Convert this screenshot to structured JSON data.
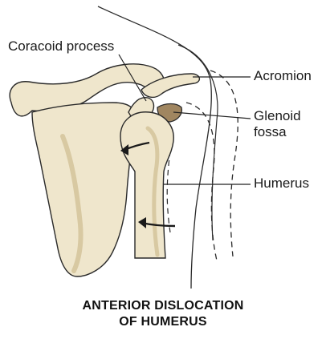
{
  "figure": {
    "labels": {
      "coracoid": "Coracoid process",
      "acromion": "Acromion",
      "glenoid": "Glenoid fossa",
      "humerus": "Humerus"
    },
    "caption": {
      "line1": "ANTERIOR DISLOCATION",
      "line2": "OF HUMERUS"
    }
  },
  "colors": {
    "bone_fill": "#efe6cc",
    "bone_shade": "#d8c9a2",
    "bone_outline": "#2a2a2a",
    "glenoid_fill": "#a08660",
    "leader_line": "#222222"
  }
}
